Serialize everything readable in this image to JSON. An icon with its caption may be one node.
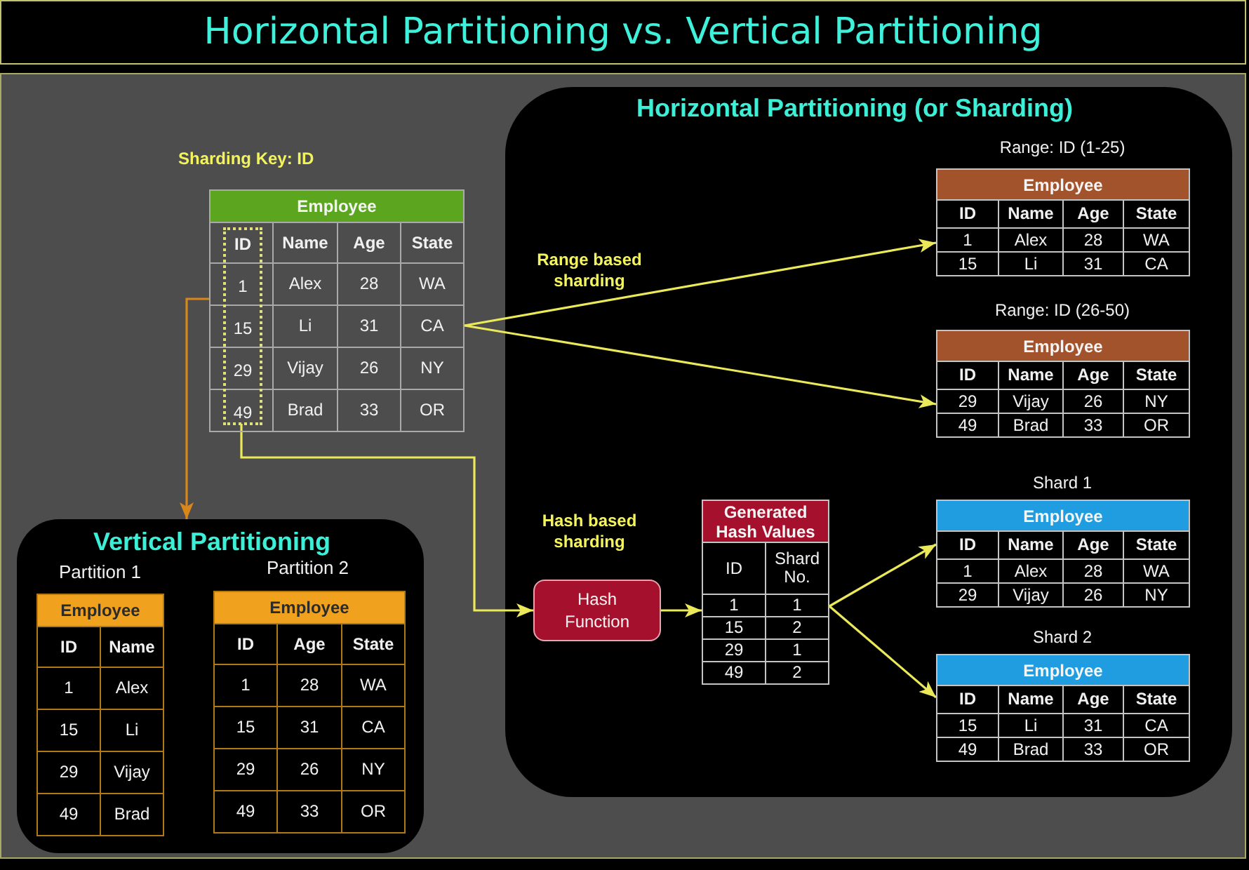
{
  "diagram": {
    "title": "Horizontal Partitioning vs. Vertical Partitioning",
    "nodes": [
      {
        "text": [
          "Employee",
          "Name",
          "Age",
          "State",
          "Alex",
          "28",
          "WA",
          "Li",
          "31",
          "CA",
          "Vijay",
          "26",
          "NY",
          "Brad",
          "33",
          "OR"
        ],
        "beside": [
          "Sharding Key: ID"
        ]
      },
      {
        "text": [
          "ID",
          "1",
          "15",
          "29",
          "49"
        ],
        "in": 0
      },
      {
        "text": [
          "Horizontal Partitioning (or Sharding)"
        ]
      },
      {
        "text": [
          "Employee",
          "ID",
          "Name",
          "Age",
          "State",
          "1",
          "Alex",
          "28",
          "WA",
          "15",
          "Li",
          "31",
          "CA"
        ],
        "in": 2,
        "beside": [
          "Range: ID (1-25)"
        ]
      },
      {
        "text": [
          "Employee",
          "ID",
          "Name",
          "Age",
          "State",
          "29",
          "Vijay",
          "26",
          "NY",
          "49",
          "Brad",
          "33",
          "OR"
        ],
        "in": 2,
        "beside": [
          "Range: ID (26-50)"
        ]
      },
      {
        "text": [
          "Hash Function"
        ],
        "in": 2
      },
      {
        "text": [
          "Generated Hash Values",
          "ID",
          "Shard No.",
          "1",
          "1",
          "15",
          "2",
          "29",
          "1",
          "49",
          "2"
        ],
        "in": 2
      },
      {
        "text": [
          "Employee",
          "ID",
          "Name",
          "Age",
          "State",
          "1",
          "Alex",
          "28",
          "WA",
          "29",
          "Vijay",
          "26",
          "NY"
        ],
        "in": 2,
        "beside": [
          "Shard 1"
        ]
      },
      {
        "text": [
          "Employee",
          "ID",
          "Name",
          "Age",
          "State",
          "15",
          "Li",
          "31",
          "CA",
          "49",
          "Brad",
          "33",
          "OR"
        ],
        "in": 2,
        "beside": [
          "Shard 2"
        ]
      },
      {
        "text": [
          "Vertical Partitioning"
        ]
      },
      {
        "text": [
          "Employee",
          "ID",
          "Name",
          "1",
          "Alex",
          "15",
          "Li",
          "29",
          "Vijay",
          "49",
          "Brad"
        ],
        "in": 9,
        "beside": [
          "Partition 1"
        ]
      },
      {
        "text": [
          "Employee",
          "ID",
          "Age",
          "State",
          "1",
          "28",
          "WA",
          "15",
          "31",
          "CA",
          "29",
          "26",
          "NY",
          "49",
          "33",
          "OR"
        ],
        "in": 9,
        "beside": [
          "Partition 2"
        ]
      }
    ],
    "edges": [
      {
        "from": 0,
        "to": 3,
        "arrow": "to"
      },
      {
        "from": 0,
        "to": 4,
        "arrow": "to"
      },
      {
        "from": 1,
        "to": 5,
        "arrow": "to"
      },
      {
        "from": 5,
        "to": 6,
        "arrow": "to"
      },
      {
        "from": 6,
        "to": 7,
        "arrow": "to"
      },
      {
        "from": 6,
        "to": 8,
        "arrow": "to"
      },
      {
        "from": 0,
        "to": 9,
        "arrow": "to",
        "color": "#d9861a"
      }
    ],
    "labels": [
      "Range based sharding",
      "Hash based sharding"
    ]
  }
}
